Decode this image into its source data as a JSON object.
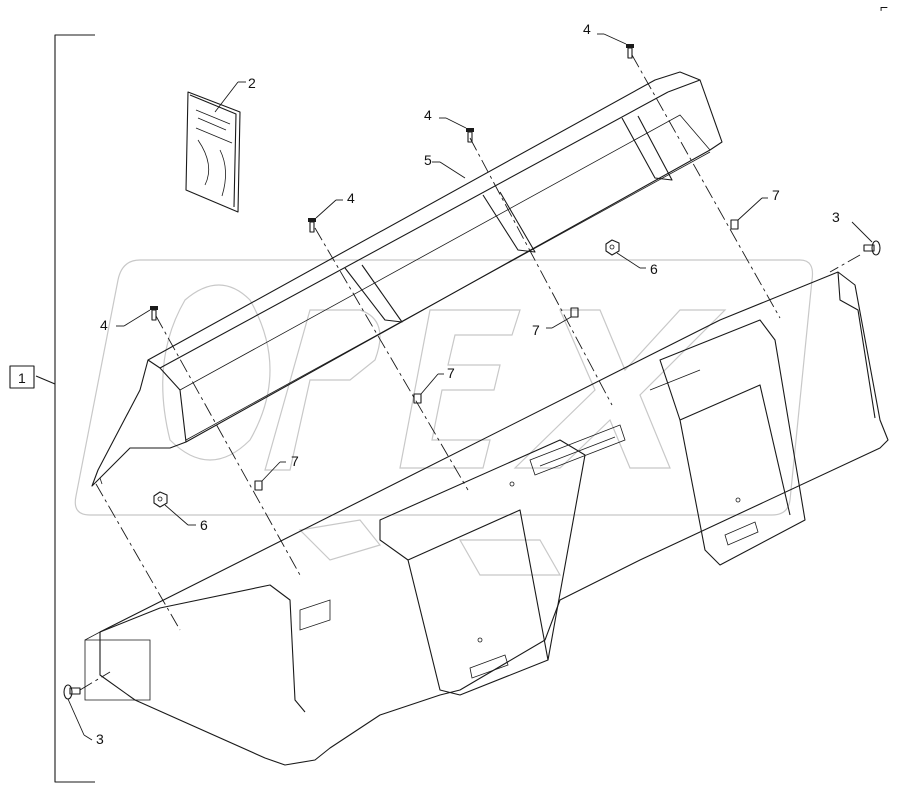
{
  "diagram": {
    "assembly_label": "1",
    "corner_mark": "⌐",
    "watermark": "OPEX",
    "callouts": {
      "manual": "2",
      "bolt_left_bottom": "3",
      "bolt_right_top": "3",
      "bolt_top_right": "4",
      "bolt_top_mid": "4",
      "bolt_mid_left": "4",
      "bolt_far_left": "4",
      "guard_plate": "5",
      "nut_right": "6",
      "nut_left": "6",
      "spacer_right": "7",
      "spacer_mid": "7",
      "spacer_center": "7",
      "spacer_left": "7"
    }
  }
}
